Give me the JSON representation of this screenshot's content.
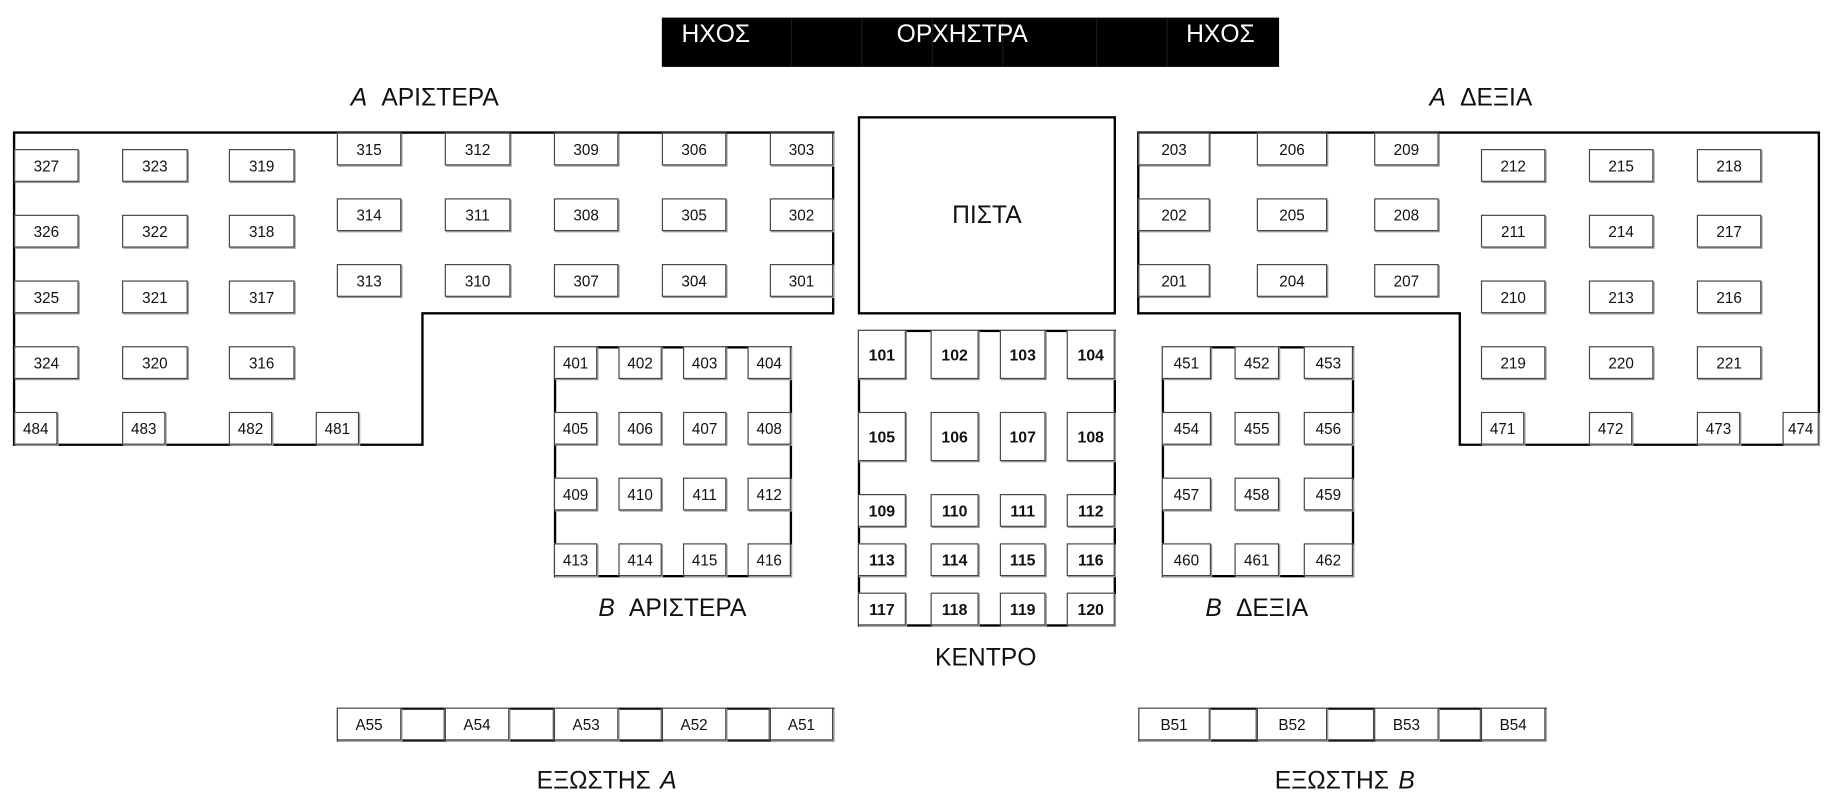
{
  "stage": {
    "sound_left": "ΗΧΟΣ",
    "orchestra": "ΟΡΧΗΣΤΡΑ",
    "sound_right": "ΗΧΟΣ"
  },
  "dance_floor": "ΠΙΣΤΑ",
  "a_left": {
    "letter": "Α",
    "label": "ΑΡΙΣΤΕΡΑ",
    "grid_left": [
      [
        "327",
        "323",
        "319"
      ],
      [
        "326",
        "322",
        "318"
      ],
      [
        "325",
        "321",
        "317"
      ],
      [
        "324",
        "320",
        "316"
      ]
    ],
    "grid_right": [
      [
        "315",
        "312",
        "309",
        "306",
        "303"
      ],
      [
        "314",
        "311",
        "308",
        "305",
        "302"
      ],
      [
        "313",
        "310",
        "307",
        "304",
        "301"
      ]
    ],
    "bottom": [
      [
        "484",
        "483",
        "482",
        "481"
      ]
    ]
  },
  "a_right": {
    "letter": "Α",
    "label": "ΔΕΞΙΑ",
    "grid_left": [
      [
        "203",
        "206",
        "209"
      ],
      [
        "202",
        "205",
        "208"
      ],
      [
        "201",
        "204",
        "207"
      ]
    ],
    "grid_right": [
      [
        "212",
        "215",
        "218"
      ],
      [
        "211",
        "214",
        "217"
      ],
      [
        "210",
        "213",
        "216"
      ],
      [
        "219",
        "220",
        "221"
      ]
    ],
    "bottom": [
      [
        "471",
        "472",
        "473",
        "474"
      ]
    ]
  },
  "b_left": {
    "letter": "Β",
    "label": "ΑΡΙΣΤΕΡΑ",
    "grid": [
      [
        "401",
        "402",
        "403",
        "404"
      ],
      [
        "405",
        "406",
        "407",
        "408"
      ],
      [
        "409",
        "410",
        "411",
        "412"
      ],
      [
        "413",
        "414",
        "415",
        "416"
      ]
    ]
  },
  "center": {
    "label": "ΚΕΝΤΡΟ",
    "grid": [
      [
        "101",
        "102",
        "103",
        "104"
      ],
      [
        "105",
        "106",
        "107",
        "108"
      ],
      [
        "109",
        "110",
        "111",
        "112"
      ],
      [
        "113",
        "114",
        "115",
        "116"
      ],
      [
        "117",
        "118",
        "119",
        "120"
      ]
    ]
  },
  "b_right": {
    "letter": "Β",
    "label": "ΔΕΞΙΑ",
    "grid": [
      [
        "451",
        "452",
        "453"
      ],
      [
        "454",
        "455",
        "456"
      ],
      [
        "457",
        "458",
        "459"
      ],
      [
        "460",
        "461",
        "462"
      ]
    ]
  },
  "balcony_a": {
    "label": "ΕΞΩΣΤΗΣ",
    "letter": "Α",
    "tables": [
      [
        "A55",
        "A54",
        "A53",
        "A52",
        "A51"
      ]
    ]
  },
  "balcony_b": {
    "label": "ΕΞΩΣΤΗΣ",
    "letter": "Β",
    "tables": [
      [
        "B51",
        "B52",
        "B53",
        "B54"
      ]
    ]
  }
}
